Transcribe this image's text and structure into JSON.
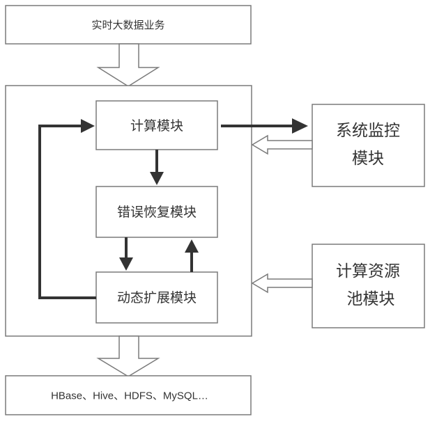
{
  "diagram": {
    "top_box": {
      "label": "实时大数据业务"
    },
    "container": {
      "label": ""
    },
    "compute_module": {
      "label": "计算模块"
    },
    "error_recovery_module": {
      "label": "错误恢复模块"
    },
    "dynamic_scaling_module": {
      "label": "动态扩展模块"
    },
    "monitor_module": {
      "line1": "系统监控",
      "line2": "模块"
    },
    "resource_pool_module": {
      "line1": "计算资源",
      "line2": "池模块"
    },
    "storage_box": {
      "label": "HBase、Hive、HDFS、MySQL…"
    },
    "edges": [
      {
        "from": "实时大数据业务",
        "to": "container",
        "style": "hollow"
      },
      {
        "from": "container",
        "to": "HBase、Hive、HDFS、MySQL…",
        "style": "hollow"
      },
      {
        "from": "计算模块",
        "to": "错误恢复模块",
        "style": "solid"
      },
      {
        "from": "错误恢复模块",
        "to": "动态扩展模块",
        "style": "solid"
      },
      {
        "from": "动态扩展模块",
        "to": "错误恢复模块",
        "style": "solid"
      },
      {
        "from": "动态扩展模块",
        "to": "计算模块",
        "style": "solid"
      },
      {
        "from": "计算模块",
        "to": "系统监控模块",
        "style": "solid"
      },
      {
        "from": "系统监控模块",
        "to": "container",
        "style": "hollow"
      },
      {
        "from": "计算资源池模块",
        "to": "container",
        "style": "hollow"
      }
    ]
  }
}
